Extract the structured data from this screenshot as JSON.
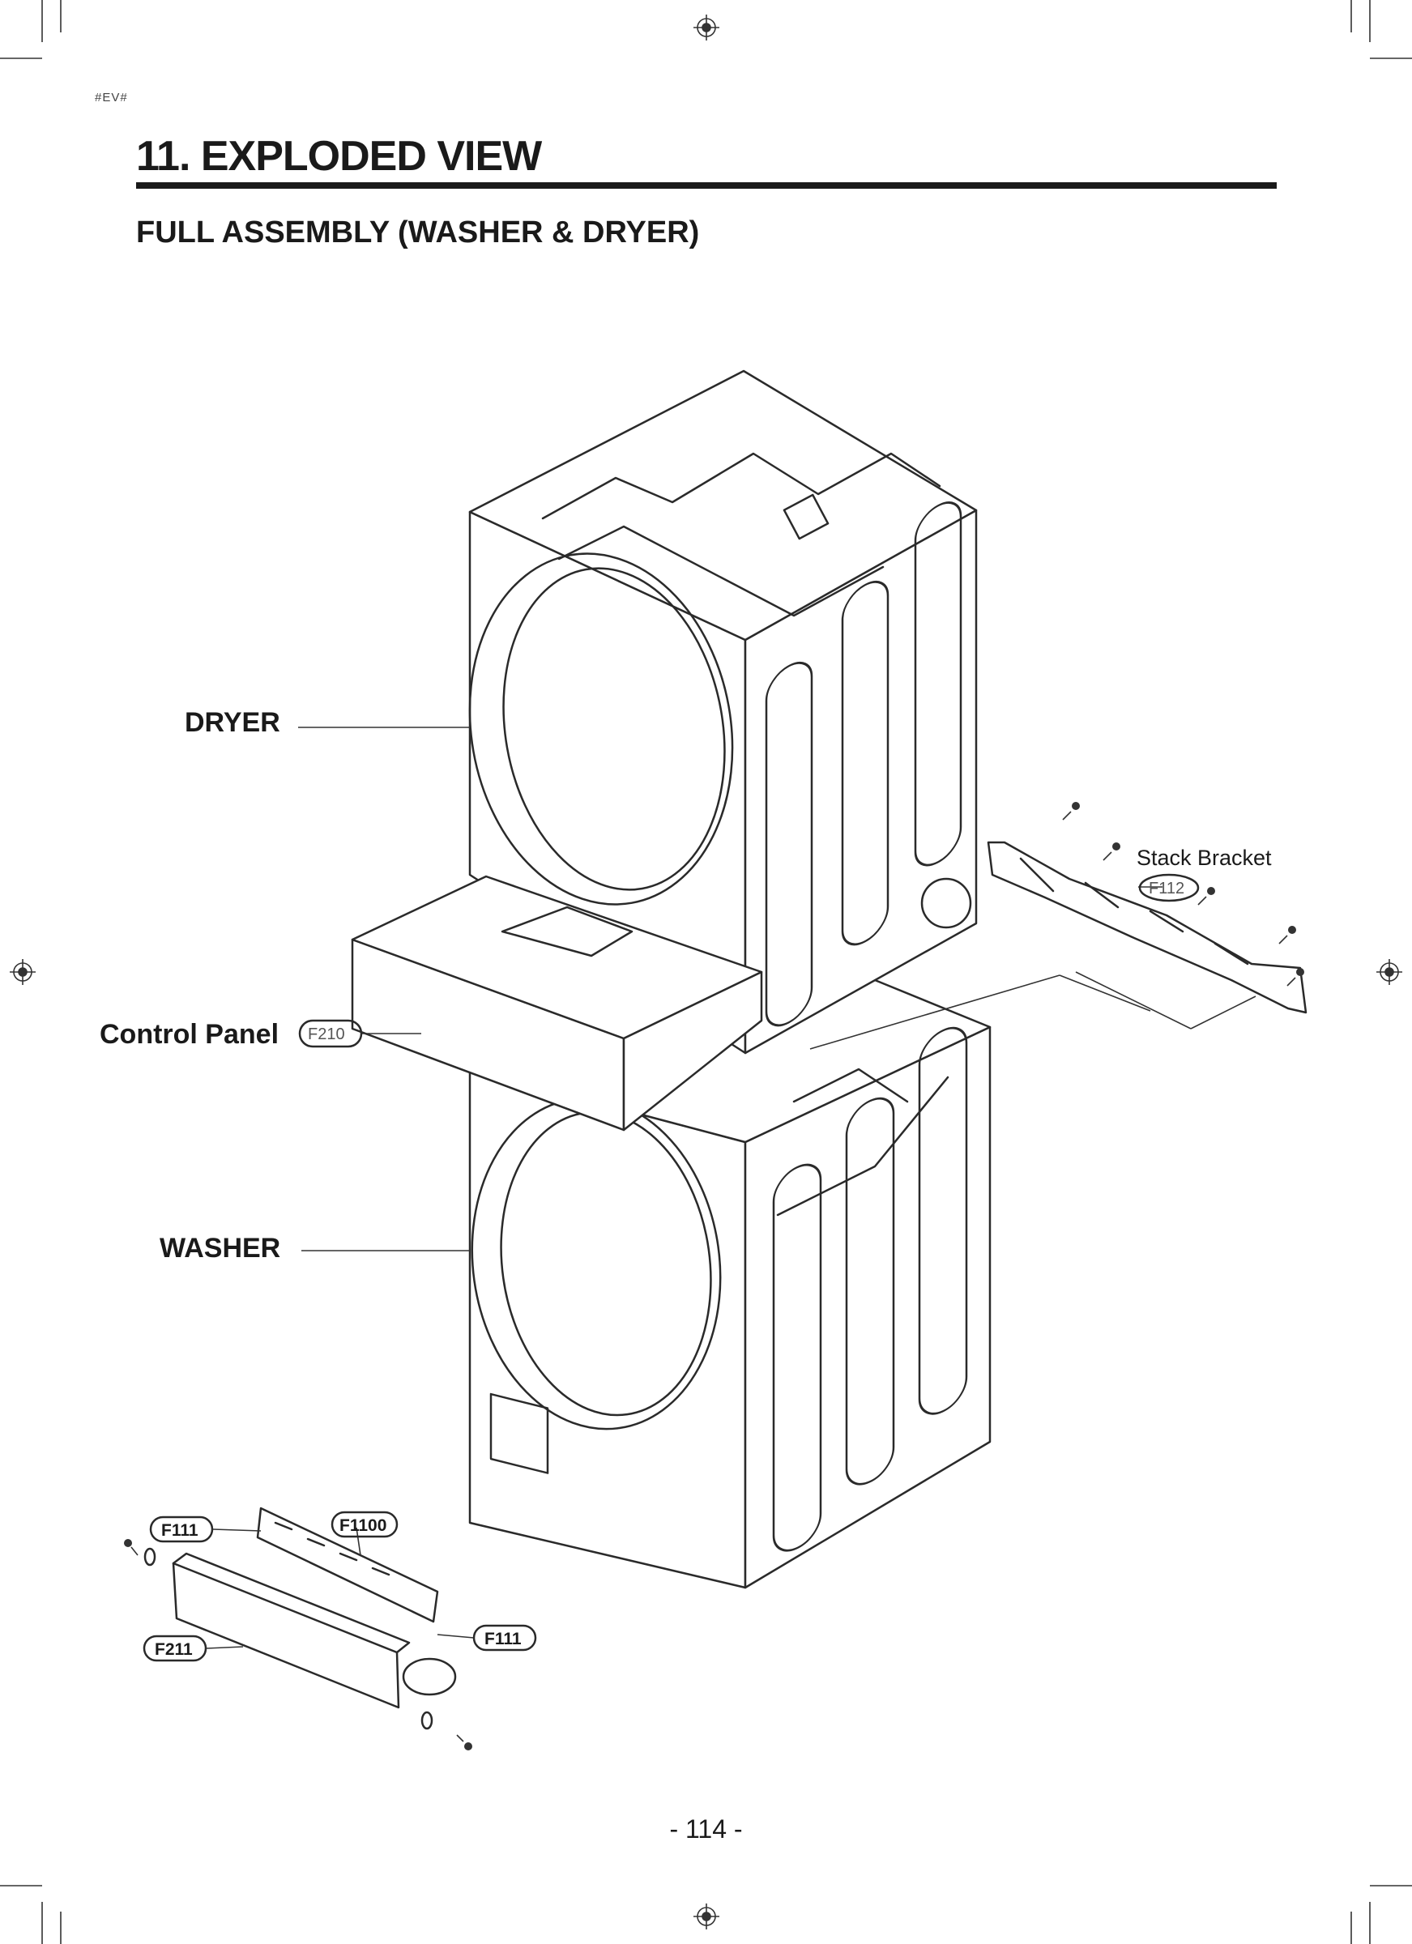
{
  "header": {
    "tag": "#EV#",
    "title": "11. EXPLODED VIEW",
    "subtitle": "FULL ASSEMBLY (WASHER & DRYER)"
  },
  "callouts": {
    "dryer": "DRYER",
    "control_panel": "Control Panel",
    "control_panel_code": "F210",
    "washer": "WASHER",
    "stack_bracket": "Stack Bracket",
    "stack_bracket_code": "F112",
    "bracket_left_code": "F111",
    "bracket_right_code": "F111",
    "bracket_plate_code": "F1100",
    "front_cover_code": "F211"
  },
  "footer": {
    "page_number": "- 114 -"
  },
  "colors": {
    "line": "#2a2a2a",
    "background": "#ffffff"
  },
  "icons": [
    "registration-mark-icon",
    "crop-mark-icon"
  ]
}
